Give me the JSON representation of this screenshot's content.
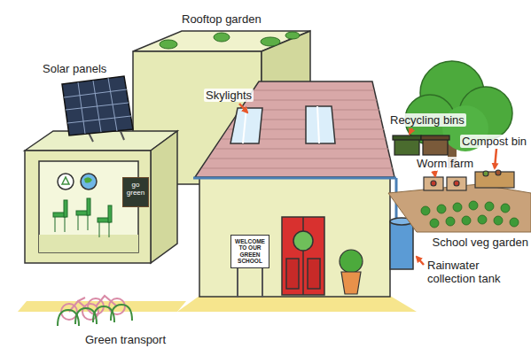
{
  "diagram": {
    "nodes": [
      {
        "text": [
          "WELCOME TO OUR GREEN SCHOOL"
        ]
      },
      {
        "text": [
          "go green"
        ]
      }
    ],
    "labels": [
      "Rooftop garden",
      "Solar panels",
      "Skylights",
      "Recycling bins",
      "Compost bin",
      "Worm farm",
      "School veg garden",
      "Rainwater collection tank",
      "Green transport"
    ]
  }
}
